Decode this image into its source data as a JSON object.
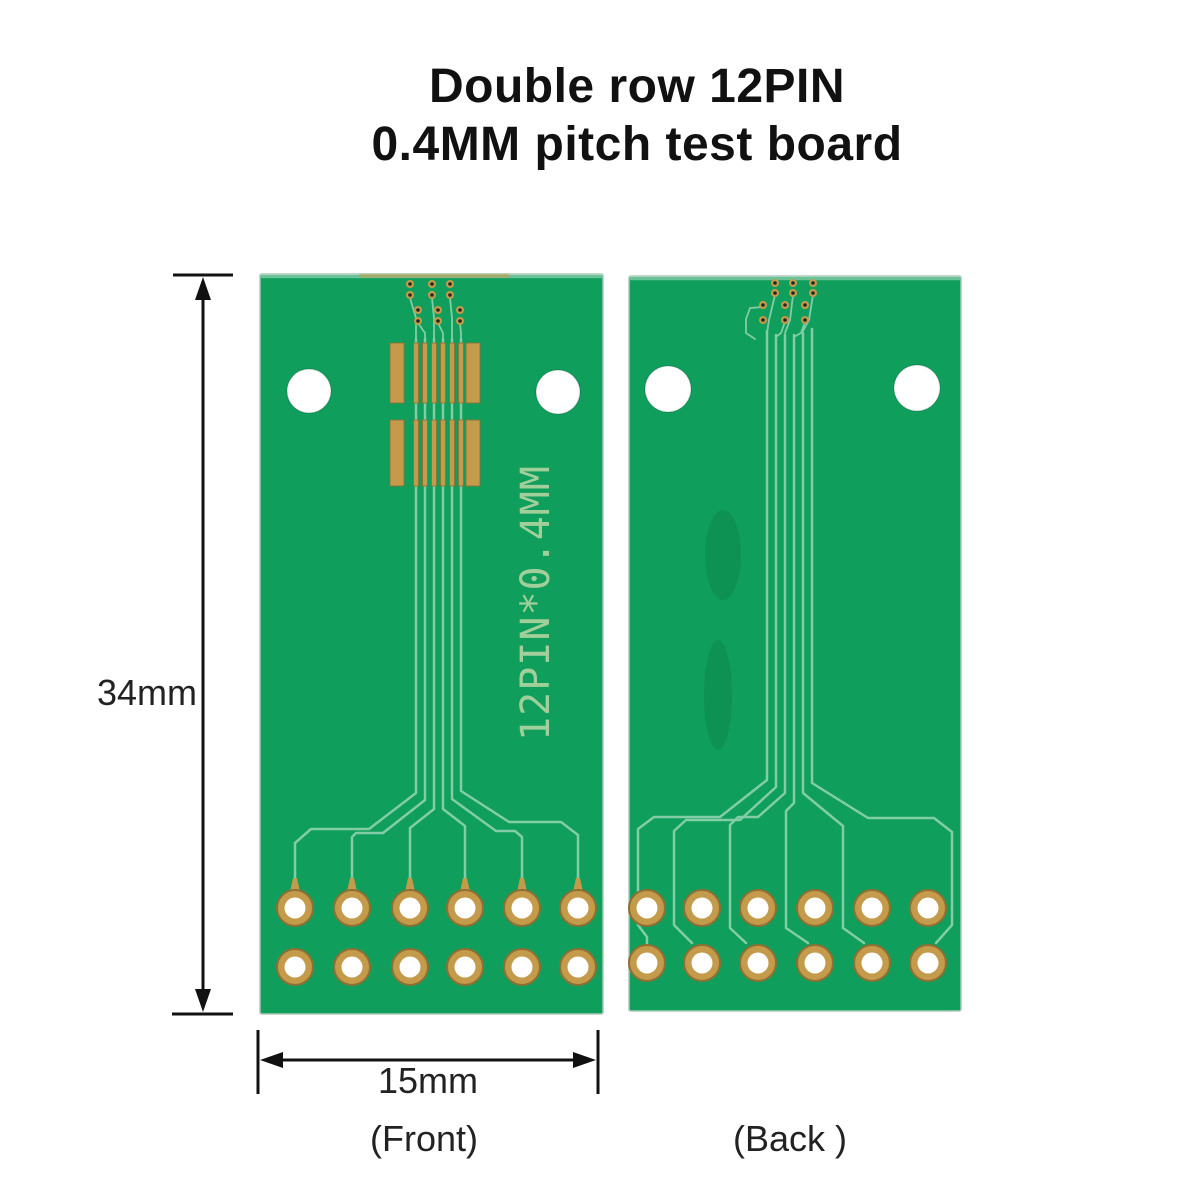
{
  "title": {
    "line1": "Double row 12PIN",
    "line2": "0.4MM pitch test board"
  },
  "dimensions": {
    "height_label": "34mm",
    "width_label": "15mm"
  },
  "boards": {
    "front": {
      "caption": "(Front)",
      "silkscreen": "12PIN*0.4MM",
      "pin_holes": 12,
      "pin_rows": 2,
      "pins_per_row": 6
    },
    "back": {
      "caption": "(Back )",
      "pin_holes": 12,
      "pin_rows": 2,
      "pins_per_row": 6
    }
  },
  "colors": {
    "background": "#ffffff",
    "title_text": "#111111",
    "annotation_text": "#222222",
    "dimension_line": "#111111",
    "board_green": "#0f9e5b",
    "board_edge_light": "#c4d6c8",
    "trace_green": "#82cda6",
    "silkscreen_green": "#a9d29e",
    "pad_gold": "#c49a4b",
    "pad_gold_dark": "#8f6f33",
    "hole_white": "#ffffff",
    "via_dark": "#26261e"
  }
}
